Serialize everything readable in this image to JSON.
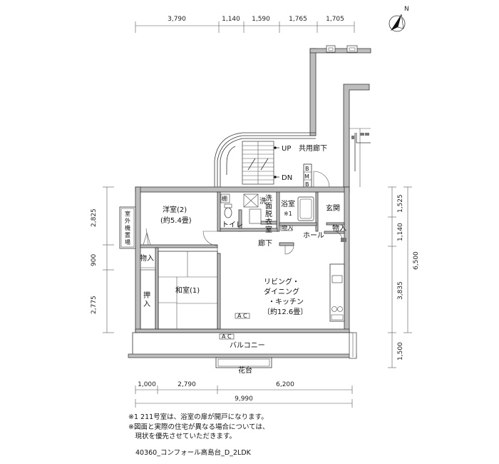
{
  "dimensions": {
    "top": [
      "3,790",
      "1,140",
      "1,590",
      "1,765",
      "1,705"
    ],
    "left": [
      "2,825",
      "900",
      "2,775"
    ],
    "right_inner": [
      "1,525",
      "1,140",
      "3,835",
      "1,500"
    ],
    "right_total": "6,500",
    "bottom": [
      "1,000",
      "2,790",
      "6,200"
    ],
    "bottom_total": "9,990"
  },
  "rooms": {
    "western_room": "洋室(2)",
    "western_room_size": "(約5.4畳)",
    "japanese_room": "和室(1)",
    "ldk_line1": "リビング・",
    "ldk_line2": "ダイニング",
    "ldk_line3": "・キッチン",
    "ldk_size": "〔約12.6畳〕",
    "toilet": "トイレ",
    "wash": "洗",
    "washroom_1": "洗",
    "washroom_2": "面",
    "washroom_3": "脱",
    "washroom_4": "衣",
    "washroom_5": "室",
    "bath": "浴室",
    "bath_note": "※1",
    "shelf": "棚",
    "entrance": "玄関",
    "hall": "ホール",
    "corridor": "廊下",
    "storage_1": "物入",
    "storage_2": "物入",
    "storage_3": "物入",
    "closet_1": "押",
    "closet_2": "入",
    "balcony": "バルコニー",
    "flower_bed": "花台",
    "outdoor_unit_1": "室",
    "outdoor_unit_2": "外",
    "outdoor_unit_3": "機",
    "outdoor_unit_4": "置",
    "outdoor_unit_5": "場",
    "ac_1": "A C",
    "ac_2": "A C",
    "mb_1": "B",
    "mb_2": "M",
    "mb_3": "B"
  },
  "stairs": {
    "up": "UP",
    "down": "DN",
    "common_corridor": "共用廊下"
  },
  "compass": "N",
  "notes": {
    "note1": "※1  211号室は、浴室の扉が開戸になります。",
    "note2": "※図面と実際の住宅が異なる場合については、",
    "note3": "　現状を優先させていただきます。",
    "plan_name": "40360_コンフォール高島台_D_2LDK"
  }
}
